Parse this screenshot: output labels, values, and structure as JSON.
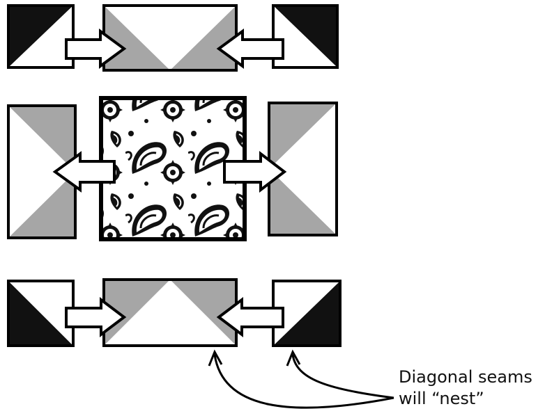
{
  "annotation": {
    "line1": "Diagonal seams",
    "line2": "will “nest”"
  },
  "colors": {
    "black": "#111111",
    "gray": "#a6a6a6",
    "white": "#ffffff",
    "outline": "#000000"
  },
  "icons": {
    "arrow": "block-arrow-icon",
    "fabric": "paisley-floral-print"
  }
}
